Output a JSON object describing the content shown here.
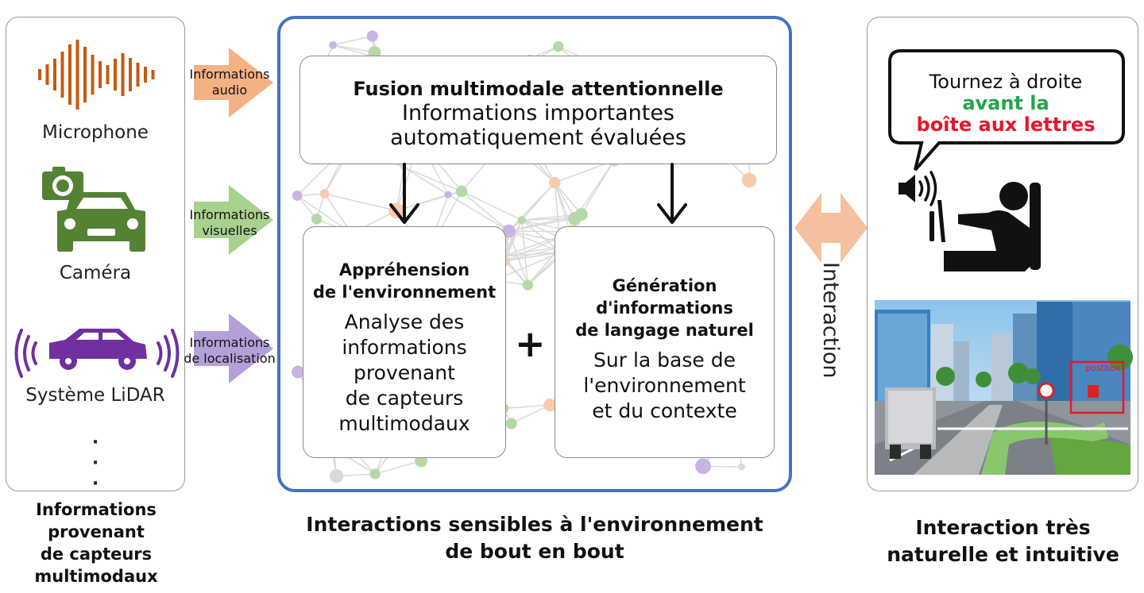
{
  "sensors": [
    {
      "label": "Microphone",
      "arrow_label": "Informations\naudio",
      "icon": "microphone-waveform-icon",
      "color": "#c55a11",
      "arrow_color": "#f4b183"
    },
    {
      "label": "Caméra",
      "arrow_label": "Informations\nvisuelles",
      "icon": "camera-car-icon",
      "color": "#548235",
      "arrow_color": "#a9d18e"
    },
    {
      "label": "Système LiDAR",
      "arrow_label": "Informations\nde localisation",
      "icon": "lidar-car-icon",
      "color": "#7030a0",
      "arrow_color": "#b4a0d8"
    }
  ],
  "ellipsis": "·\n·\n·",
  "left_caption": "Informations\nprovenant\nde capteurs\nmultimodaux",
  "fusion": {
    "title": "Fusion multimodale attentionnelle",
    "text": "Informations importantes\nautomatiquement évaluées"
  },
  "apprehension": {
    "title": "Appréhension\nde l'environnement",
    "text": "Analyse des\ninformations\nprovenant\nde capteurs\nmultimodaux"
  },
  "generation": {
    "title": "Génération\nd'informations\nde langage naturel",
    "text": "Sur la base de\nl'environnement\net du contexte"
  },
  "plus": "+",
  "center_caption": "Interactions sensibles à l'environnement\nde bout en bout",
  "interaction_label": "Interaction",
  "speech": {
    "line1": "Tournez à droite",
    "line2": "avant la",
    "line3": "boîte aux lettres"
  },
  "street_tag": "postbox",
  "right_caption": "Interaction très\nnaturelle et intuitive",
  "colors": {
    "frame_blue": "#4472c4",
    "interaction_arrow": "#f4c09e",
    "highlight_green": "#22a64b",
    "highlight_red": "#e8162b"
  }
}
